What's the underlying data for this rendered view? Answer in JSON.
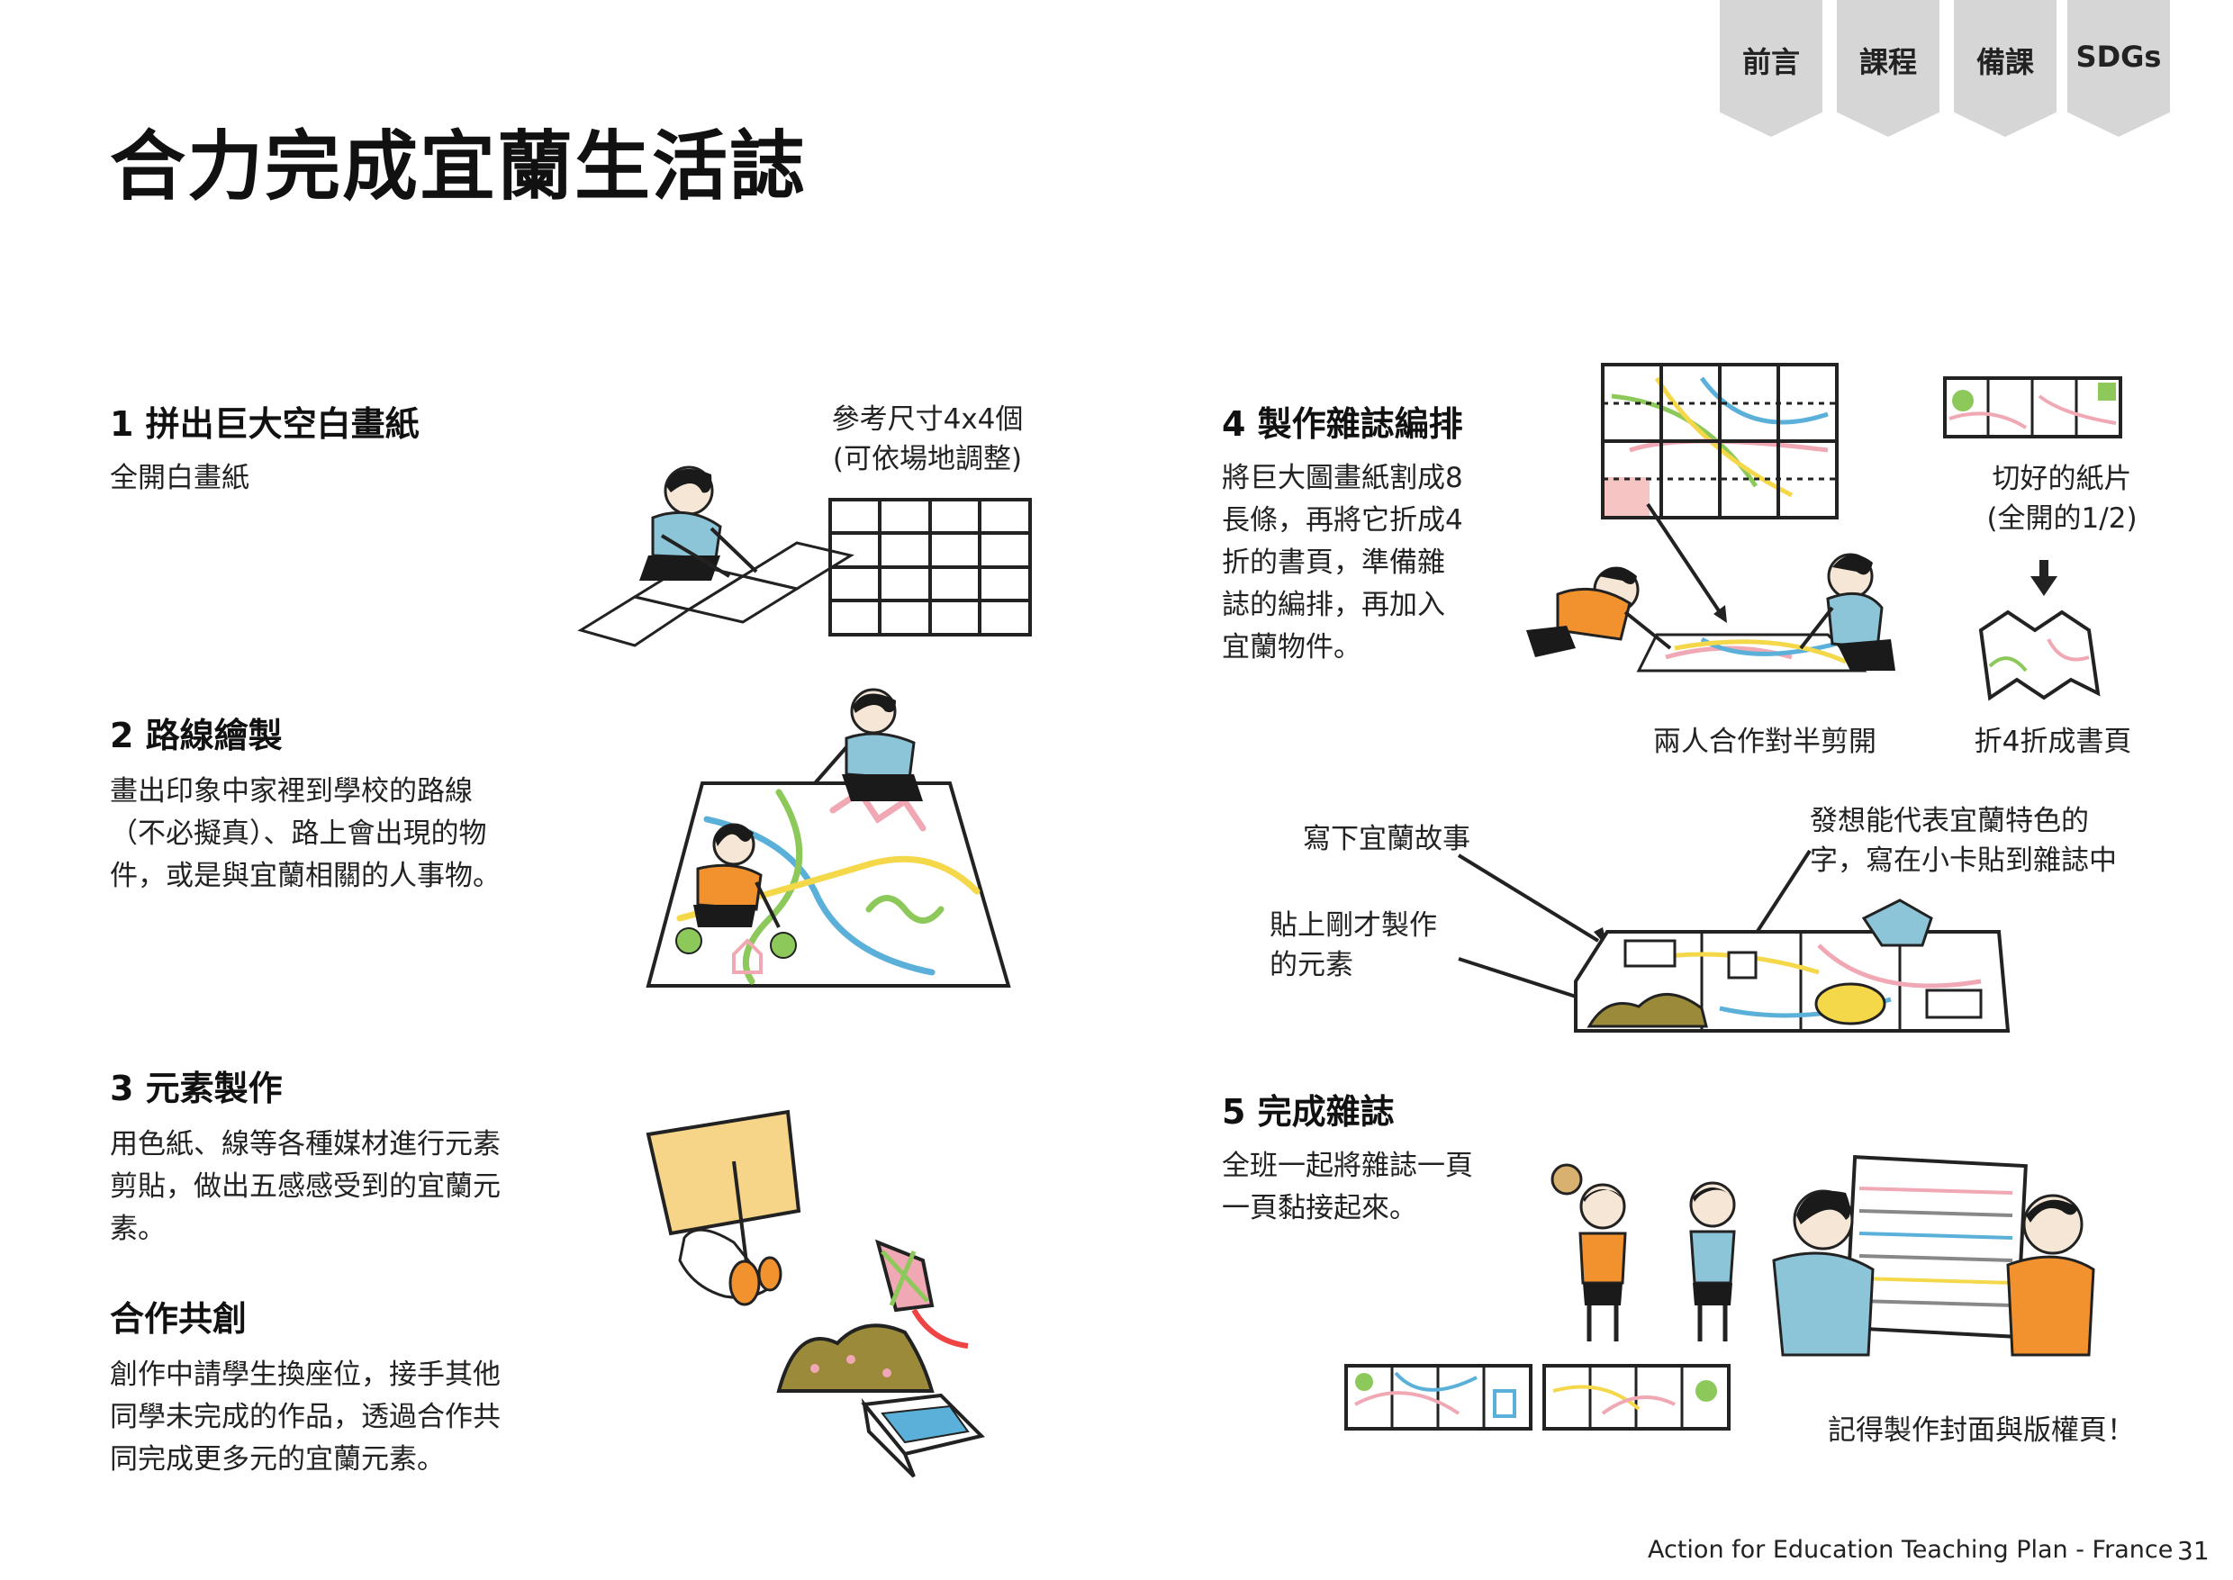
{
  "nav": {
    "tabs": [
      {
        "label": "前言"
      },
      {
        "label": "課程"
      },
      {
        "label": "備課"
      },
      {
        "label": "SDGs"
      }
    ]
  },
  "page_title": "合力完成宜蘭生活誌",
  "steps": {
    "s1": {
      "title": "1 拼出巨大空白畫紙",
      "body": "全開白畫紙",
      "caption_1": "參考尺寸4x4個",
      "caption_2": "(可依場地調整)"
    },
    "s2": {
      "title": "2 路線繪製",
      "line_1": "畫出印象中家裡到學校的路線",
      "line_2": "（不必擬真）、路上會出現的物",
      "line_3": "件，或是與宜蘭相關的人事物。"
    },
    "s3": {
      "title": "3 元素製作",
      "line_1": "用色紙、線等各種媒材進行元素",
      "line_2": "剪貼，做出五感感受到的宜蘭元",
      "line_3": "素。"
    },
    "coop": {
      "title": "合作共創",
      "line_1": "創作中請學生換座位，接手其他",
      "line_2": "同學未完成的作品，透過合作共",
      "line_3": "同完成更多元的宜蘭元素。"
    },
    "s4": {
      "title": "4 製作雜誌編排",
      "line_1": "將巨大圖畫紙割成8",
      "line_2": "長條，再將它折成4",
      "line_3": "折的書頁，準備雜",
      "line_4": "誌的編排，再加入",
      "line_5": "宜蘭物件。",
      "caption_cut_1": "切好的紙片",
      "caption_cut_2": "(全開的1/2)",
      "caption_pair": "兩人合作對半剪開",
      "caption_fold": "折4折成書頁",
      "caption_story": "寫下宜蘭故事",
      "caption_paste_1": "貼上剛才製作",
      "caption_paste_2": "的元素",
      "caption_idea_1": "發想能代表宜蘭特色的",
      "caption_idea_2": "字，寫在小卡貼到雜誌中"
    },
    "s5": {
      "title": "5 完成雜誌",
      "line_1": "全班一起將雜誌一頁",
      "line_2": "一頁黏接起來。",
      "caption_cover": "記得製作封面與版權頁！"
    }
  },
  "footer": {
    "text": "Action for Education Teaching Plan - France",
    "page_number": "31"
  },
  "colors": {
    "tab_bg": "#d6d6d6",
    "shirt_blue": "#8cc4d8",
    "shirt_orange": "#f2922e",
    "route_yellow": "#f5d84a",
    "route_pink": "#f0a8b4",
    "route_green": "#8cc95a",
    "route_blue": "#5ab0d8"
  }
}
